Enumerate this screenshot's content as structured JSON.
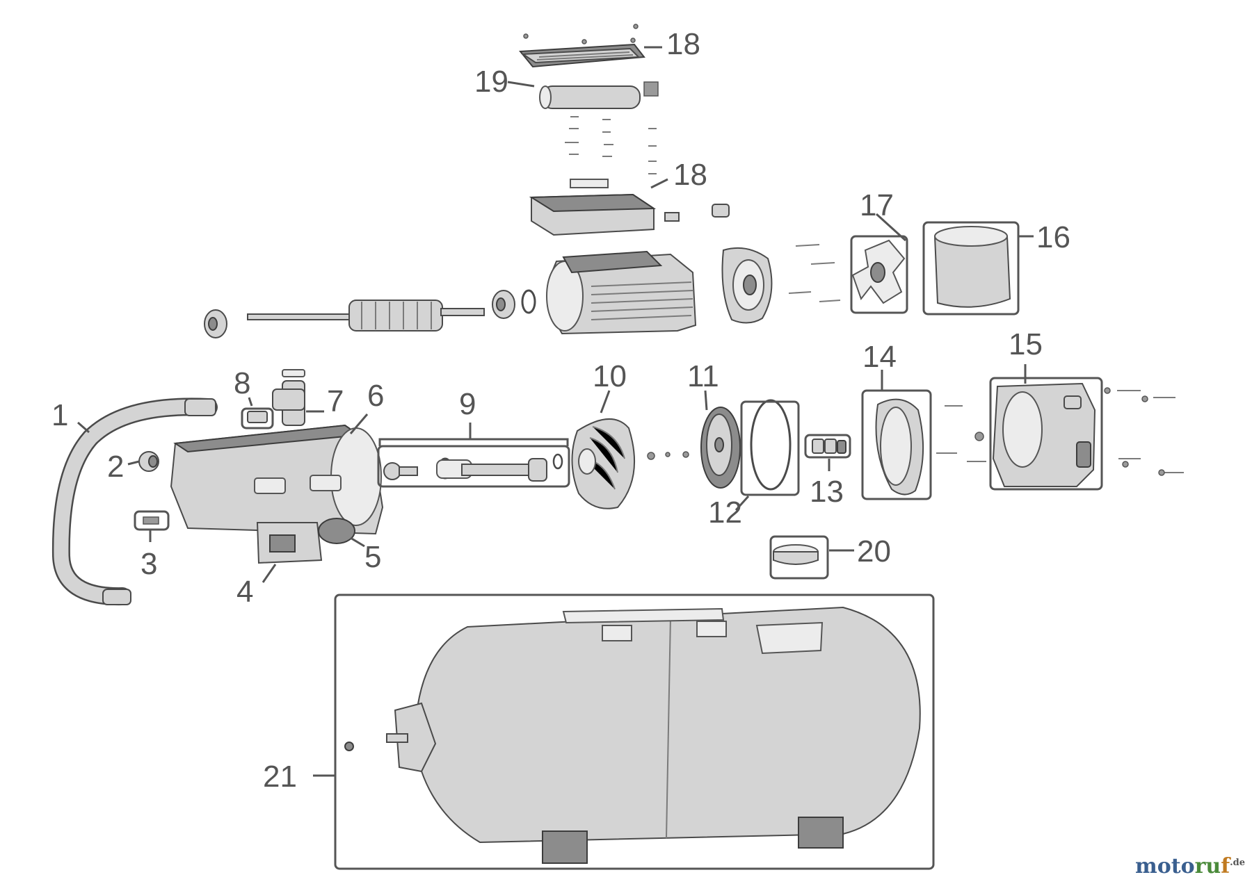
{
  "callouts": {
    "c1": "1",
    "c2": "2",
    "c3": "3",
    "c4": "4",
    "c5": "5",
    "c6": "6",
    "c7": "7",
    "c8": "8",
    "c9": "9",
    "c10": "10",
    "c11": "11",
    "c12": "12",
    "c13": "13",
    "c14": "14",
    "c15": "15",
    "c16": "16",
    "c17": "17",
    "c18a": "18",
    "c18b": "18",
    "c19": "19",
    "c20": "20",
    "c21": "21"
  },
  "watermark": {
    "part1": "moto",
    "part2": "ru",
    "part3": "f",
    "suffix": ".de"
  },
  "colors": {
    "part_fill": "#d4d4d4",
    "outline": "#4a4a4a",
    "callout_text": "#555555"
  }
}
